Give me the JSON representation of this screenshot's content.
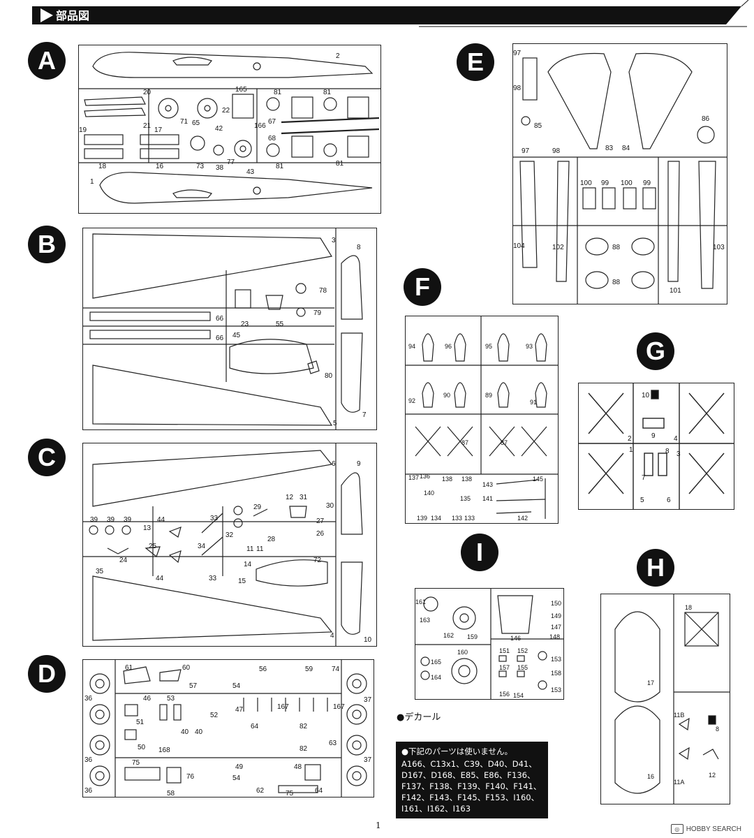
{
  "header": {
    "title": "部品図"
  },
  "sprues": [
    {
      "letter": "A",
      "parts": [
        "2",
        "20",
        "21",
        "17",
        "71",
        "65",
        "22",
        "165",
        "81",
        "81",
        "19",
        "42",
        "166",
        "67",
        "68",
        "18",
        "16",
        "73",
        "38",
        "77",
        "43",
        "81",
        "81",
        "1"
      ]
    },
    {
      "letter": "B",
      "parts": [
        "3",
        "8",
        "78",
        "79",
        "66",
        "23",
        "55",
        "66",
        "45",
        "80",
        "5",
        "7"
      ]
    },
    {
      "letter": "C",
      "parts": [
        "6",
        "9",
        "12",
        "31",
        "30",
        "29",
        "39",
        "39",
        "39",
        "44",
        "33",
        "32",
        "27",
        "13",
        "28",
        "26",
        "25",
        "34",
        "24",
        "11",
        "11",
        "35",
        "72",
        "14",
        "44",
        "33",
        "15",
        "4",
        "10"
      ]
    },
    {
      "letter": "D",
      "parts": [
        "61",
        "60",
        "56",
        "59",
        "74",
        "36",
        "57",
        "54",
        "37",
        "46",
        "53",
        "47",
        "167",
        "167",
        "52",
        "51",
        "40",
        "40",
        "64",
        "82",
        "36",
        "50",
        "168",
        "82",
        "63",
        "48",
        "36",
        "37",
        "75",
        "49",
        "76",
        "54",
        "58",
        "62",
        "75",
        "64"
      ]
    },
    {
      "letter": "E",
      "parts": [
        "97",
        "98",
        "85",
        "97",
        "98",
        "86",
        "83",
        "84",
        "100",
        "99",
        "100",
        "99",
        "104",
        "102",
        "88",
        "103",
        "88",
        "101"
      ]
    },
    {
      "letter": "F",
      "parts": [
        "94",
        "96",
        "95",
        "93",
        "92",
        "90",
        "89",
        "91",
        "87",
        "87",
        "137",
        "136",
        "138",
        "138",
        "143",
        "145",
        "140",
        "135",
        "141",
        "139",
        "134",
        "133",
        "133",
        "142"
      ]
    },
    {
      "letter": "G",
      "parts": [
        "10",
        "2",
        "9",
        "4",
        "1",
        "8",
        "3",
        "7",
        "5",
        "6"
      ]
    },
    {
      "letter": "I",
      "parts": [
        "161",
        "163",
        "162",
        "159",
        "146",
        "150",
        "149",
        "147",
        "148",
        "160",
        "165",
        "151",
        "152",
        "153",
        "164",
        "157",
        "155",
        "158",
        "156",
        "154",
        "153"
      ]
    },
    {
      "letter": "H",
      "parts": [
        "18",
        "17",
        "11B",
        "8",
        "16",
        "11A",
        "12"
      ]
    }
  ],
  "decal_label": "●デカール",
  "unused_note": {
    "title": "●下記のパーツは使いません。",
    "list": "A166、C13x1、C39、D40、D41、D167、D168、E85、E86、F136、F137、F138、F139、F140、F141、F142、F143、F145、F153、I160、I161、I162、I163"
  },
  "page_number": "1",
  "watermark": "HOBBY SEARCH"
}
